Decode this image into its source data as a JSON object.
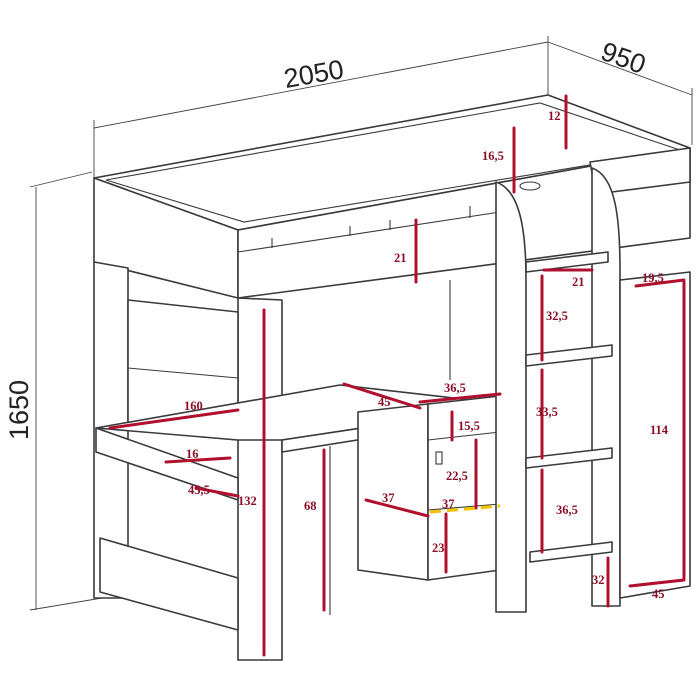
{
  "overall": {
    "length": "2050",
    "depth": "950",
    "height": "1650"
  },
  "labels": {
    "rail_top": "12",
    "rail_inner": "16,5",
    "headboard": "21",
    "ladder_step": "21",
    "wardrobe_depth": "19,5",
    "ladder_gap_1": "32,5",
    "ladder_gap_2": "33,5",
    "ladder_gap_3": "36,5",
    "ladder_bottom": "32",
    "wardrobe_height": "114",
    "wardrobe_width": "45",
    "desk_length": "160",
    "desk_depth": "45",
    "desk_right": "36,5",
    "drawer_top": "15,5",
    "drawer_mid": "22,5",
    "drawer_width": "37",
    "drawer_width_2": "37",
    "drawer_bottom": "23",
    "shelf_16": "16",
    "shelf_45_5": "45,5",
    "leg_132": "132",
    "desk_height": "68"
  },
  "colors": {
    "dimension_line": "#b0102e",
    "outline": "#3a3a3a",
    "marker": "#f2c200"
  }
}
